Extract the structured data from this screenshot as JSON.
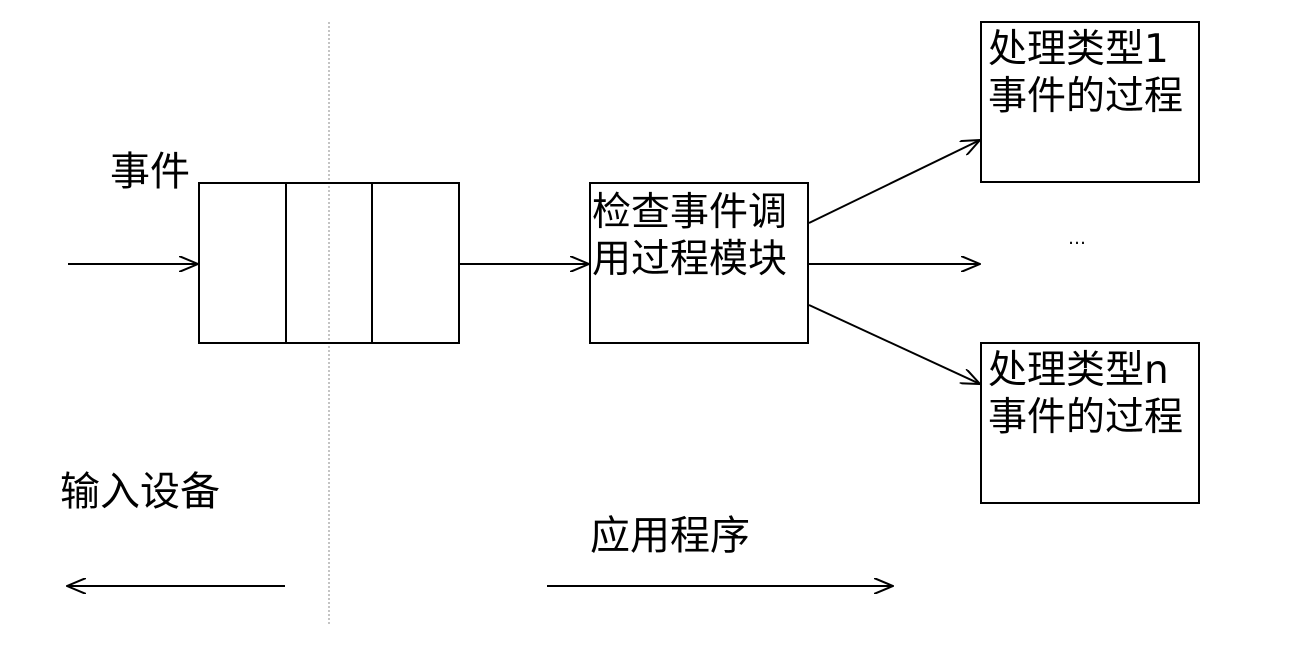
{
  "labels": {
    "event": "事件",
    "input_device": "输入设备",
    "application": "应用程序",
    "ellipsis": "…"
  },
  "check_module": {
    "line1": "检查事件调",
    "line2": "用过程模块"
  },
  "handler_1": {
    "line1": "处理类型1",
    "line2": "事件的过程"
  },
  "handler_n": {
    "line1": "处理类型n",
    "line2": "事件的过程"
  },
  "colors": {
    "stroke": "#000000",
    "divider": "#888888",
    "background": "#ffffff"
  }
}
